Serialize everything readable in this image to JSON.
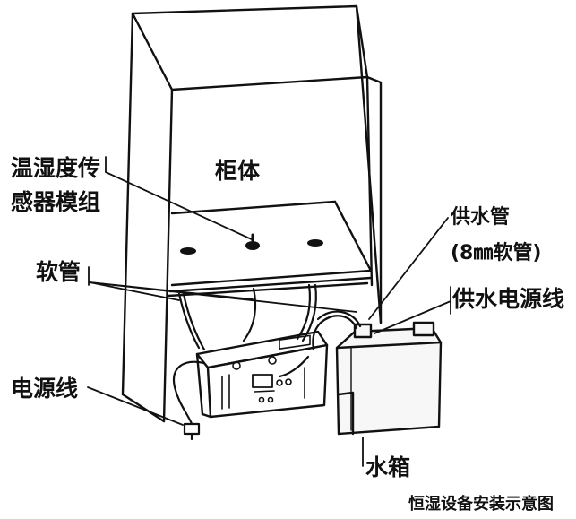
{
  "labels": {
    "cabinet": "柜体",
    "sensor_line1": "温湿度传",
    "sensor_line2": "感器模组",
    "hose": "软管",
    "power_cord": "电源线",
    "supply_pipe_line1": "供水管",
    "supply_pipe_line2": "(8㎜软管)",
    "pump_power": "供水电源线",
    "water_tank": "水箱"
  },
  "caption": "恒湿设备安装示意图",
  "colors": {
    "ink": "#111111",
    "tank_fill": "#f7f7f7",
    "background": "#ffffff"
  }
}
